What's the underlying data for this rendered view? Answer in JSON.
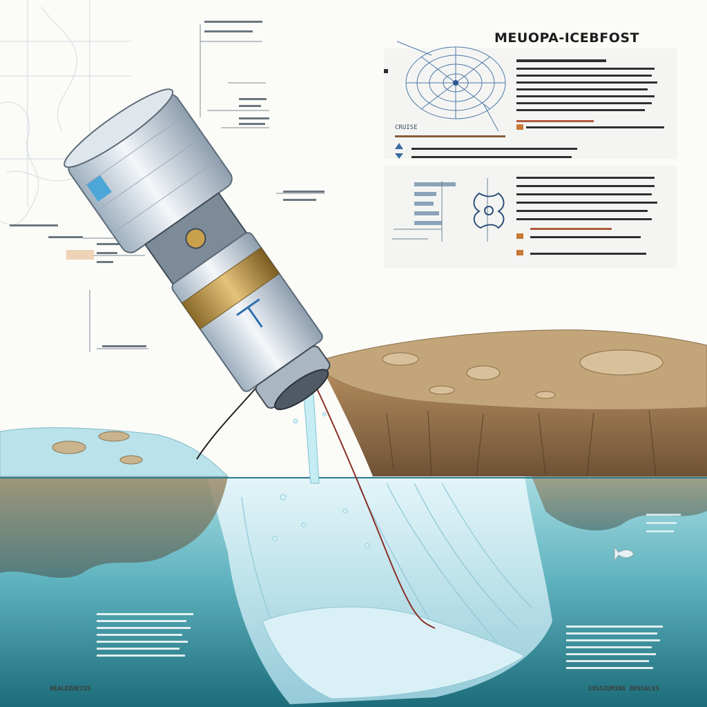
{
  "infographic": {
    "title": "MEUOPA-ICEBFOST",
    "caption": "CRUISE",
    "footer_left": "HEALDZOEIXS",
    "footer_right": "COSSIUMING DUSSALES"
  },
  "colors": {
    "background": "#fbfbf8",
    "ocean_deep": "#1d6f7c",
    "ocean_light": "#9fd6dc",
    "ice_wall": "#cfeef6",
    "rock_top": "#b99a6c",
    "rock_cliff": "#8c6a45",
    "probe_body": "#e7edf2",
    "probe_band": "#c9a04c",
    "tether": "#8a2f25"
  }
}
